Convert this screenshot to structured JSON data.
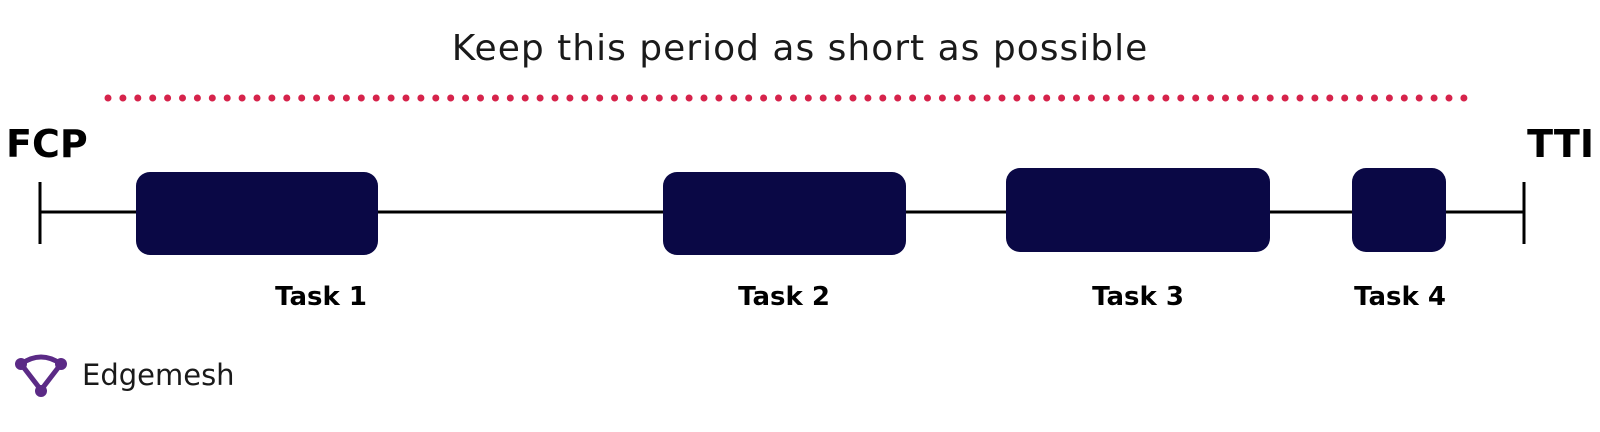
{
  "headline": "Keep this period as short as possible",
  "timeline": {
    "start_label": "FCP",
    "end_label": "TTI",
    "tasks": [
      {
        "label": "Task 1"
      },
      {
        "label": "Task 2"
      },
      {
        "label": "Task 3"
      },
      {
        "label": "Task 4"
      }
    ]
  },
  "brand": {
    "name": "Edgemesh",
    "logo_icon": "edgemesh-logo-icon",
    "logo_color": "#5b2a86"
  },
  "colors": {
    "dotted_line": "#d6234b",
    "task_block": "#0a0845",
    "timeline_line": "#000000"
  }
}
